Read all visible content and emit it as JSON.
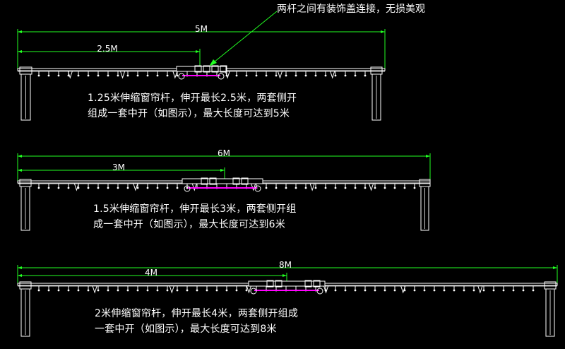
{
  "annotation": {
    "text": "两杆之间有装饰盖连接，无损美观"
  },
  "colors": {
    "background": "#000000",
    "dimension": "#22ff22",
    "rail": "#ffffff",
    "joint": "#ff00ff",
    "text": "#ffffff"
  },
  "diagrams": [
    {
      "total_label": "5M",
      "half_label": "2.5M",
      "caption": [
        "1.25米伸缩窗帘杆，伸开最长2.5米，两套侧开",
        "组成一套中开（如图示），最大长度可达到5米"
      ]
    },
    {
      "total_label": "6M",
      "half_label": "3M",
      "caption": [
        "1.5米伸缩窗帘杆，伸开最长3米，两套侧开组",
        "成一套中开（如图示），最大长度可达到6米"
      ]
    },
    {
      "total_label": "8M",
      "half_label": "4M",
      "caption": [
        "2米伸缩窗帘杆，伸开最长4米，两套侧开组成",
        "一套中开（如图示），最大长度可达到8米"
      ]
    }
  ]
}
